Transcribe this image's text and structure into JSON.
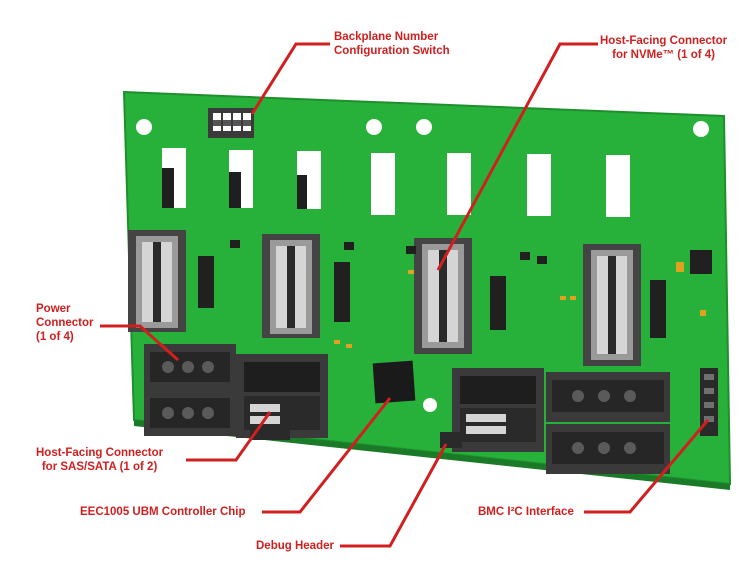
{
  "colors": {
    "pcb": "#27b13a",
    "pcb_dark": "#1f8f2e",
    "connector": "#3a3a3a",
    "connector_light": "#5a5a5a",
    "slot": "#ffffff",
    "callout": "#d11f1f"
  },
  "callouts": {
    "backplane_switch": {
      "line1": "Backplane Number",
      "line2": "Configuration Switch"
    },
    "nvme_connector": {
      "line1": "Host-Facing Connector",
      "line2": "for NVMe™ (1 of 4)"
    },
    "power_connector": {
      "line1": "Power",
      "line2": "Connector",
      "line3": "(1 of 4)"
    },
    "sas_connector": {
      "line1": "Host-Facing Connector",
      "line2": "for SAS/SATA (1 of 2)"
    },
    "ubm_chip": {
      "line1": "EEC1005 UBM Controller Chip"
    },
    "debug_header": {
      "line1": "Debug Header"
    },
    "bmc_i2c": {
      "line1": "BMC I²C Interface"
    }
  }
}
